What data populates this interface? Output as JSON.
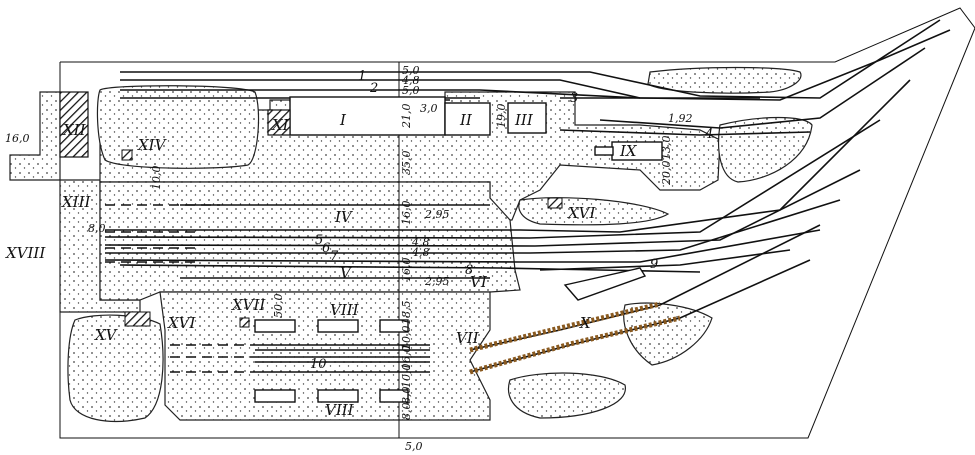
{
  "roman_labels": {
    "I": "I",
    "II": "II",
    "III": "III",
    "IV": "IV",
    "V": "V",
    "VI": "VI",
    "VII": "VII",
    "VIII_top": "VIII",
    "VIII_bottom": "VIII",
    "IX": "IX",
    "X": "X",
    "XI": "XI",
    "XII": "XII",
    "XIII": "XIII",
    "XIV": "XIV",
    "XV": "XV",
    "XVI_left": "XVI",
    "XVI_right": "XVI",
    "XVII": "XVII",
    "XVIII": "XVIII"
  },
  "track_numbers": {
    "t1": "1",
    "t2": "2",
    "t3": "3",
    "t4": "4",
    "t5": "5",
    "t6": "6",
    "t7": "7",
    "t8": "8",
    "t9": "9",
    "t10": "10"
  },
  "dimensions": {
    "d5_top": "5,0",
    "d48_top": "4,8",
    "d5_top2": "5,0",
    "d21": "21,0",
    "d3": "3,0",
    "d19": "19,0",
    "d192": "1,92",
    "d13": "13,0",
    "d20": "20,0",
    "d35": "35,0",
    "d16_left": "16,0",
    "d10": "10,0",
    "d8_left": "8,0",
    "d16_mid": "16,0",
    "d295_top": "2,95",
    "d48_a": "4,8",
    "d48_b": "4,8",
    "d16_mid2": "16,0",
    "d295_bot": "2,95",
    "d50": "50,0",
    "d185": "18,5",
    "d100a": "10,0",
    "d160": "16,0",
    "d100b": "10,0",
    "d80a": "8,0",
    "d80b": "8,0",
    "d5_bottom": "5,0"
  }
}
